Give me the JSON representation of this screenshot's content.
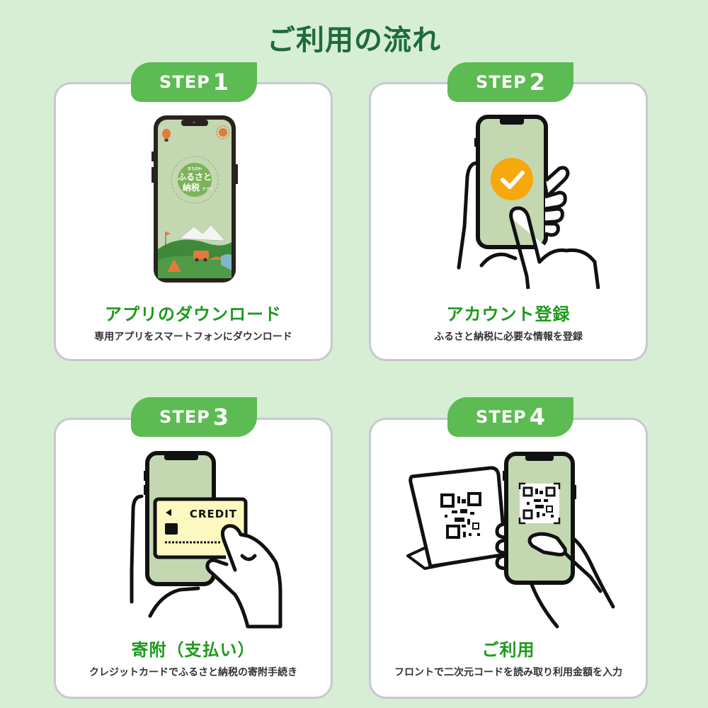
{
  "page": {
    "title": "ご利用の流れ"
  },
  "colors": {
    "background": "#d6efd4",
    "heading": "#1f6b3a",
    "badge": "#5cbb52",
    "step_title": "#1e9a1e",
    "card_border": "#c9c7d1",
    "phone_screen": "#c3d8b1",
    "check_circle": "#f6a80c",
    "credit_card": "#fdf8c0"
  },
  "steps": [
    {
      "badge_label": "STEP",
      "badge_number": "1",
      "title": "アプリのダウンロード",
      "description": "専用アプリをスマートフォンにダウンロード",
      "illustration": "app-splash-phone",
      "app_screen": {
        "tagline": "まちのわ",
        "name_line1": "ふるさと",
        "name_line2": "納税",
        "name_suffix": "アプリ"
      }
    },
    {
      "badge_label": "STEP",
      "badge_number": "2",
      "title": "アカウント登録",
      "description": "ふるさと納税に必要な情報を登録",
      "illustration": "hand-phone-checkmark"
    },
    {
      "badge_label": "STEP",
      "badge_number": "3",
      "title": "寄附（支払い）",
      "description": "クレジットカードでふるさと納税の寄附手続き",
      "illustration": "hand-phone-credit-card",
      "card_text": "CREDIT"
    },
    {
      "badge_label": "STEP",
      "badge_number": "4",
      "title": "ご利用",
      "description": "フロントで二次元コードを読み取り利用金額を入力",
      "illustration": "hand-phone-qr-scan"
    }
  ]
}
